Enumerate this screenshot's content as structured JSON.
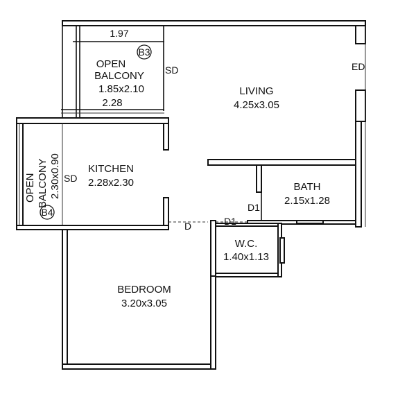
{
  "rooms": {
    "living": {
      "name": "LIVING",
      "size": "4.25x3.05"
    },
    "kitchen": {
      "name": "KITCHEN",
      "size": "2.28x2.30"
    },
    "bath": {
      "name": "BATH",
      "size": "2.15x1.28"
    },
    "wc": {
      "name": "W.C.",
      "size": "1.40x1.13"
    },
    "bedroom": {
      "name": "BEDROOM",
      "size": "3.20x3.05"
    },
    "balcony_b3": {
      "name_line1": "OPEN",
      "name_line2": "BALCONY",
      "size": "1.85x2.10",
      "tag": "B3",
      "dim_top": "1.97",
      "dim_bottom": "2.28"
    },
    "balcony_b4": {
      "name_line1": "OPEN",
      "name_line2": "BALCONY",
      "size": "2.30x0.90",
      "tag": "B4"
    }
  },
  "door_labels": {
    "sd_b3": "SD",
    "sd_b4": "SD",
    "ed": "ED",
    "d_kitchen": "D",
    "d1_bath": "D1",
    "d1_wc": "D1"
  }
}
